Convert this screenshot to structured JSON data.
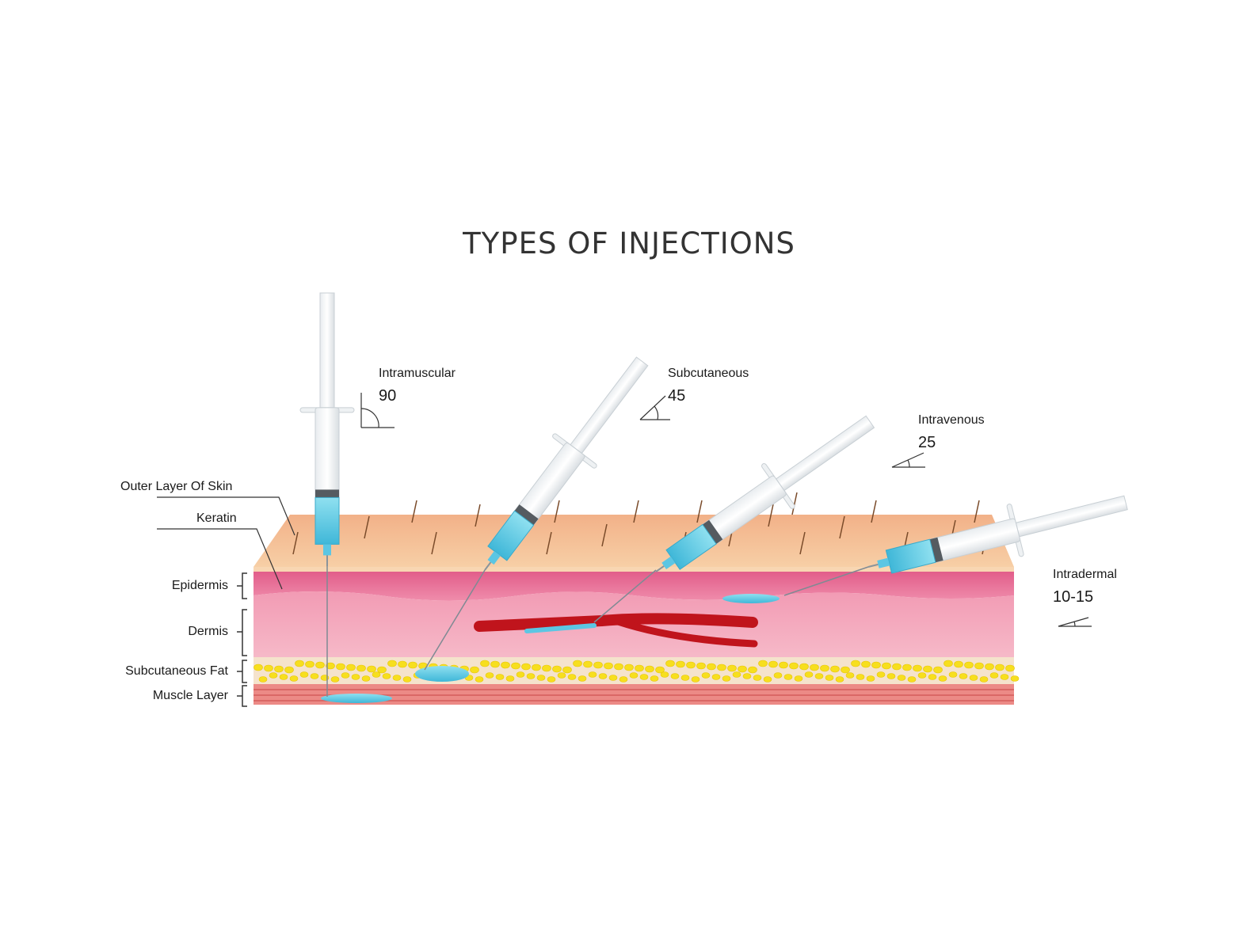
{
  "title": "TYPES OF INJECTIONS",
  "colors": {
    "skin_top": "#f3b98f",
    "epidermis": "#e7709a",
    "dermis": "#f4a3ba",
    "fat": "#f3e0c8",
    "fat_cells": "#f6df2a",
    "muscle": "#e97e7e",
    "vein": "#c8171f",
    "fluid": "#5cc6e3"
  },
  "layers": {
    "outer_layer": "Outer Layer Of Skin",
    "keratin": "Keratin",
    "epidermis": "Epidermis",
    "dermis": "Dermis",
    "subcutaneous_fat": "Subcutaneous Fat",
    "muscle_layer": "Muscle Layer"
  },
  "injections": [
    {
      "name": "Intramuscular",
      "angle": "90"
    },
    {
      "name": "Subcutaneous",
      "angle": "45"
    },
    {
      "name": "Intravenous",
      "angle": "25"
    },
    {
      "name": "Intradermal",
      "angle": "10-15"
    }
  ]
}
